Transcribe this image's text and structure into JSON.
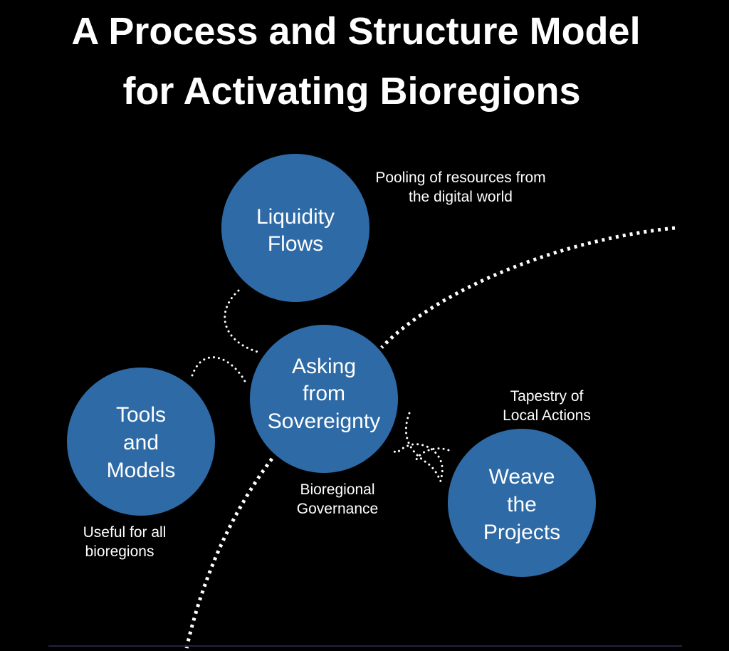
{
  "title": {
    "line1": "A Process and Structure Model",
    "line2": "for Activating Bioregions"
  },
  "colors": {
    "background": "#000000",
    "node_fill": "#2e6aa6",
    "text": "#ffffff"
  },
  "nodes": {
    "liquidity": {
      "line1": "Liquidity",
      "line2": "Flows"
    },
    "sovereignty": {
      "line1": "Asking",
      "line2": "from",
      "line3": "Sovereignty"
    },
    "tools": {
      "line1": "Tools",
      "line2": "and",
      "line3": "Models"
    },
    "weave": {
      "line1": "Weave",
      "line2": "the",
      "line3": "Projects"
    }
  },
  "annotations": {
    "pooling": {
      "line1": "Pooling of resources from",
      "line2": "the digital world"
    },
    "tapestry": {
      "line1": "Tapestry of",
      "line2": "Local Actions"
    },
    "governance": {
      "line1": "Bioregional",
      "line2": "Governance"
    },
    "useful": {
      "line1": "Useful for all",
      "line2": "bioregions"
    }
  }
}
